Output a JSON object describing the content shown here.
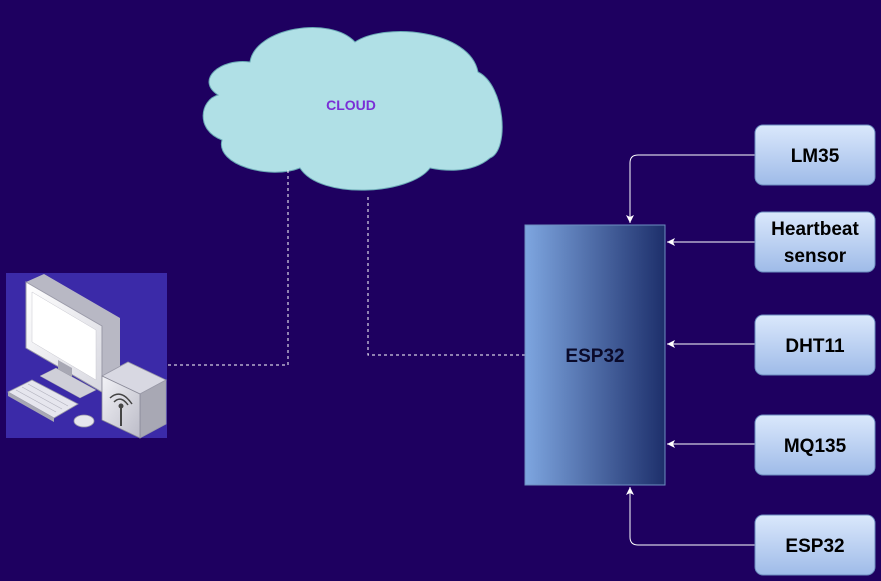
{
  "cloud": {
    "label": "CLOUD"
  },
  "controller": {
    "label": "ESP32"
  },
  "sensors": [
    {
      "lines": [
        "LM35"
      ]
    },
    {
      "lines": [
        "Heartbeat",
        "sensor"
      ]
    },
    {
      "lines": [
        "DHT11"
      ]
    },
    {
      "lines": [
        "MQ135"
      ]
    },
    {
      "lines": [
        "ESP32"
      ]
    }
  ],
  "colors": {
    "background": "#1e0060",
    "cloud_fill": "#b0e0e6",
    "cloud_text": "#7a2fd6",
    "sensor_fill_top": "#d4e1f5",
    "sensor_fill_bottom": "#9fbbe8",
    "controller_left": "#7ea6e0",
    "controller_right": "#1d2f6b",
    "connector": "#ffffff"
  },
  "icons": {
    "computer": "desktop-computer-icon"
  }
}
